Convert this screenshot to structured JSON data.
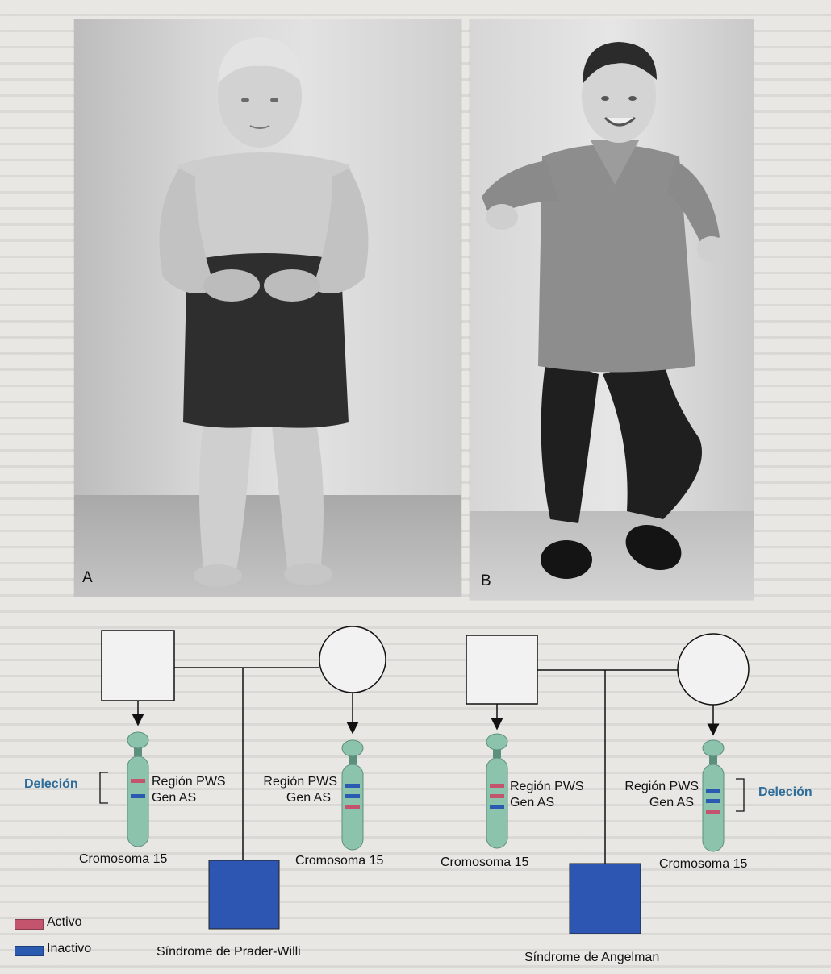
{
  "photos": {
    "a_label": "A",
    "b_label": "B"
  },
  "pedigree_left": {
    "chromosome_label": "Cromosoma 15",
    "deletion_label": "Deleción",
    "left_region": "Región PWS",
    "left_gene": "Gen AS",
    "right_region": "Región PWS",
    "right_gene": "Gen AS",
    "syndrome": "Síndrome de Prader-Willi"
  },
  "pedigree_right": {
    "left_chromosome_label": "Cromosoma 15",
    "right_chromosome_label": "Cromosoma 15",
    "deletion_label": "Deleción",
    "left_region": "Región PWS",
    "left_gene": "Gen AS",
    "right_region": "Región PWS",
    "right_gene": "Gen AS",
    "syndrome": "Síndrome de Angelman"
  },
  "legend": {
    "active_label": "Activo",
    "inactive_label": "Inactivo",
    "active_color": "#c4546e",
    "inactive_color": "#2a5bb0"
  },
  "colors": {
    "chromosome": "#8cc3ad",
    "chromosome_outline": "#5d8f7d",
    "offspring": "#2d56b3"
  }
}
